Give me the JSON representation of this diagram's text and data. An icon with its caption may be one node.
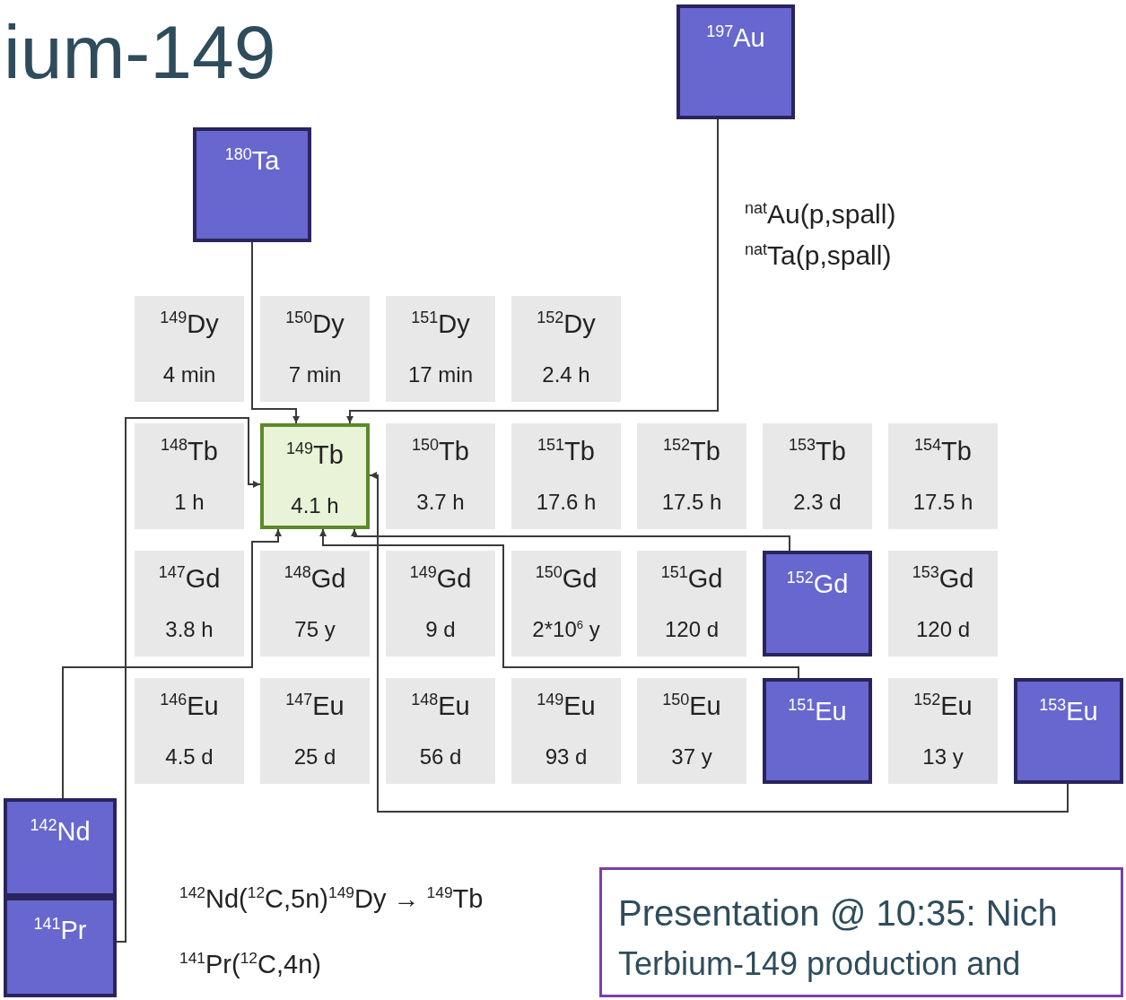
{
  "diagram": {
    "title": "ium-149",
    "nodes": [
      {
        "text": [
          "$^{197}$Au"
        ]
      },
      {
        "text": [
          "$^{180}$Ta"
        ]
      },
      {
        "text": [
          "$^{149}$Dy",
          "4 min"
        ]
      },
      {
        "text": [
          "$^{150}$Dy",
          "7 min"
        ]
      },
      {
        "text": [
          "$^{151}$Dy",
          "17 min"
        ]
      },
      {
        "text": [
          "$^{152}$Dy",
          "2.4 h"
        ]
      },
      {
        "text": [
          "$^{148}$Tb",
          "1 h"
        ]
      },
      {
        "text": [
          "$^{149}$Tb",
          "4.1 h"
        ]
      },
      {
        "text": [
          "$^{150}$Tb",
          "3.7 h"
        ]
      },
      {
        "text": [
          "$^{151}$Tb",
          "17.6 h"
        ]
      },
      {
        "text": [
          "$^{152}$Tb",
          "17.5 h"
        ]
      },
      {
        "text": [
          "$^{153}$Tb",
          "2.3 d"
        ]
      },
      {
        "text": [
          "$^{154}$Tb",
          "17.5 h"
        ]
      },
      {
        "text": [
          "$^{147}$Gd",
          "3.8 h"
        ]
      },
      {
        "text": [
          "$^{148}$Gd",
          "75 y"
        ]
      },
      {
        "text": [
          "$^{149}$Gd",
          "9 d"
        ]
      },
      {
        "text": [
          "$^{150}$Gd",
          "2*10$^{6}$ y"
        ]
      },
      {
        "text": [
          "$^{151}$Gd",
          "120 d"
        ]
      },
      {
        "text": [
          "$^{152}$Gd"
        ]
      },
      {
        "text": [
          "$^{153}$Gd",
          "120 d"
        ]
      },
      {
        "text": [
          "$^{146}$Eu",
          "4.5 d"
        ]
      },
      {
        "text": [
          "$^{147}$Eu",
          "25 d"
        ]
      },
      {
        "text": [
          "$^{148}$Eu",
          "56 d"
        ]
      },
      {
        "text": [
          "$^{149}$Eu",
          "93 d"
        ]
      },
      {
        "text": [
          "$^{150}$Eu",
          "37 y"
        ]
      },
      {
        "text": [
          "$^{151}$Eu"
        ]
      },
      {
        "text": [
          "$^{152}$Eu",
          "13 y"
        ]
      },
      {
        "text": [
          "$^{153}$Eu"
        ]
      },
      {
        "text": [
          "$^{142}$Nd"
        ]
      },
      {
        "text": [
          "$^{141}$Pr"
        ]
      },
      {
        "text": [
          "Presentation @ 10:35: Nich",
          "Terbium-149 production and"
        ]
      }
    ],
    "edges": [
      {
        "from": 1,
        "to": 7,
        "arrow": "to"
      },
      {
        "from": 0,
        "to": 7,
        "arrow": "to"
      },
      {
        "from": 18,
        "to": 7,
        "arrow": "to"
      },
      {
        "from": 25,
        "to": 7,
        "arrow": "to"
      },
      {
        "from": 27,
        "to": 7,
        "arrow": "to"
      },
      {
        "from": 28,
        "to": 7,
        "arrow": "to"
      },
      {
        "from": 29,
        "to": 7,
        "arrow": "to"
      }
    ],
    "labels": [
      "$^{nat}$Au(p,spall)",
      "$^{nat}$Ta(p,spall)",
      "$^{142}$Nd($^{12}$C,5n)$^{149}$Dy → $^{149}$Tb",
      "$^{141}$Pr($^{12}$C,4n)"
    ]
  }
}
